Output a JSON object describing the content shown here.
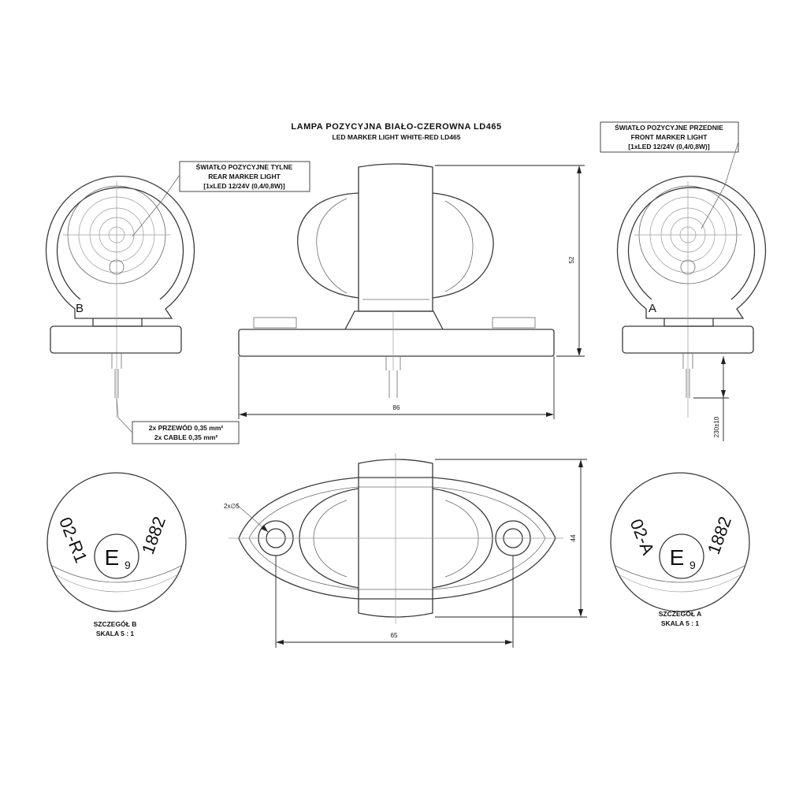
{
  "title": {
    "line1": "LAMPA POZYCYJNA BIAŁO-CZEROWNA LD465",
    "line2": "LED MARKER LIGHT WHITE-RED LD465"
  },
  "callouts": {
    "rear": [
      "ŚWIATŁO POZYCYJNE TYLNE",
      "REAR MARKER LIGHT",
      "[1xLED 12/24V (0,4/0,8W)]"
    ],
    "front": [
      "ŚWIATŁO POZYCYJNE PRZEDNIE",
      "FRONT MARKER LIGHT",
      "[1xLED 12/24V (0,4/0,8W)]"
    ],
    "cable": [
      "2x PRZEWÓD 0,35 mm²",
      "2x CABLE 0,35 mm²"
    ]
  },
  "view_labels": {
    "rear_side": "B",
    "front_side": "A"
  },
  "dimensions": {
    "height": "52",
    "width": "86",
    "cable_length": "230±10",
    "depth": "44",
    "hole_spacing": "65",
    "hole_diameter": "2x∅5"
  },
  "detail_b": {
    "code": "02-R1",
    "mark": "E",
    "sub": "9",
    "number": "1882",
    "caption": [
      "SZCZEGÓŁ B",
      "SKALA 5 : 1"
    ]
  },
  "detail_a": {
    "code": "02-A",
    "mark": "E",
    "sub": "9",
    "number": "1882",
    "caption": [
      "SZCZEGÓŁ A",
      "SKALA 5 : 1"
    ]
  },
  "colors": {
    "line": "#3a3a3a",
    "background": "#ffffff"
  }
}
